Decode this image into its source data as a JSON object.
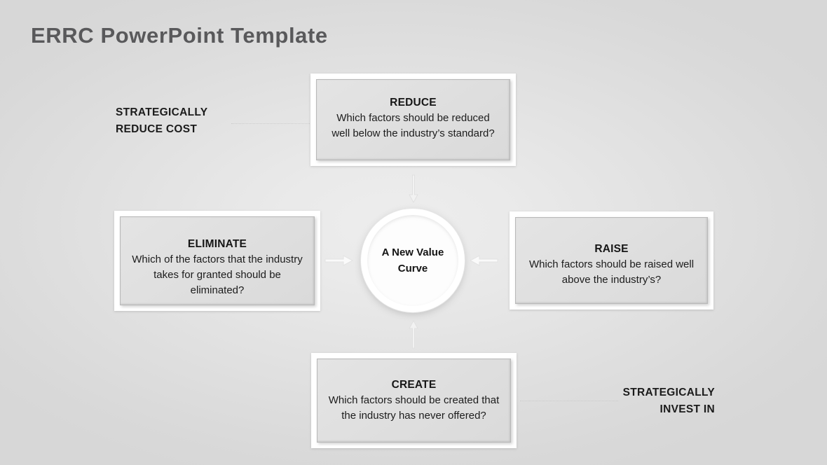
{
  "slide": {
    "title": "ERRC PowerPoint Template",
    "background_color": "#d9d9d9",
    "accent_color": "#ffffff",
    "title_color": "#59595b"
  },
  "center": {
    "line1": "A New Value",
    "line2": "Curve"
  },
  "boxes": {
    "reduce": {
      "heading": "REDUCE",
      "text": "Which factors should be reduced well below the industry’s standard?"
    },
    "eliminate": {
      "heading": "ELIMINATE",
      "text": "Which of the factors that the industry takes for granted should be eliminated?"
    },
    "raise": {
      "heading": "RAISE",
      "text": "Which factors should be raised well above the industry’s?"
    },
    "create": {
      "heading": "CREATE",
      "text": "Which factors should be created that the industry has never offered?"
    }
  },
  "annotations": {
    "left": {
      "line1": "STRATEGICALLY",
      "line2": "REDUCE COST"
    },
    "right": {
      "line1": "STRATEGICALLY",
      "line2": "INVEST IN"
    }
  },
  "arrows": [
    {
      "name": "arrow-reduce-to-center",
      "direction": "down"
    },
    {
      "name": "arrow-create-to-center",
      "direction": "up"
    },
    {
      "name": "arrow-eliminate-to-center",
      "direction": "right"
    },
    {
      "name": "arrow-raise-to-center",
      "direction": "left"
    }
  ]
}
